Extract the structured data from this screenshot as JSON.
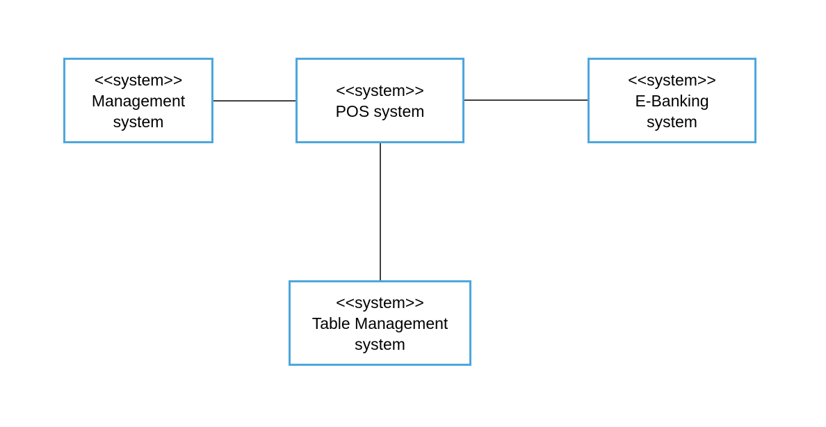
{
  "diagram": {
    "colors": {
      "box_border": "#4ea6dc",
      "connector": "#000000",
      "background": "#ffffff",
      "text": "#000000"
    },
    "nodes": [
      {
        "id": "management",
        "stereotype": "<<system>>",
        "lines": [
          "Management",
          "system"
        ]
      },
      {
        "id": "pos",
        "stereotype": "<<system>>",
        "lines": [
          "POS system"
        ]
      },
      {
        "id": "ebanking",
        "stereotype": "<<system>>",
        "lines": [
          "E-Banking",
          "system"
        ]
      },
      {
        "id": "table",
        "stereotype": "<<system>>",
        "lines": [
          "Table Management",
          "system"
        ]
      }
    ],
    "edges": [
      {
        "from": "management",
        "to": "pos"
      },
      {
        "from": "pos",
        "to": "ebanking"
      },
      {
        "from": "pos",
        "to": "table"
      }
    ]
  }
}
